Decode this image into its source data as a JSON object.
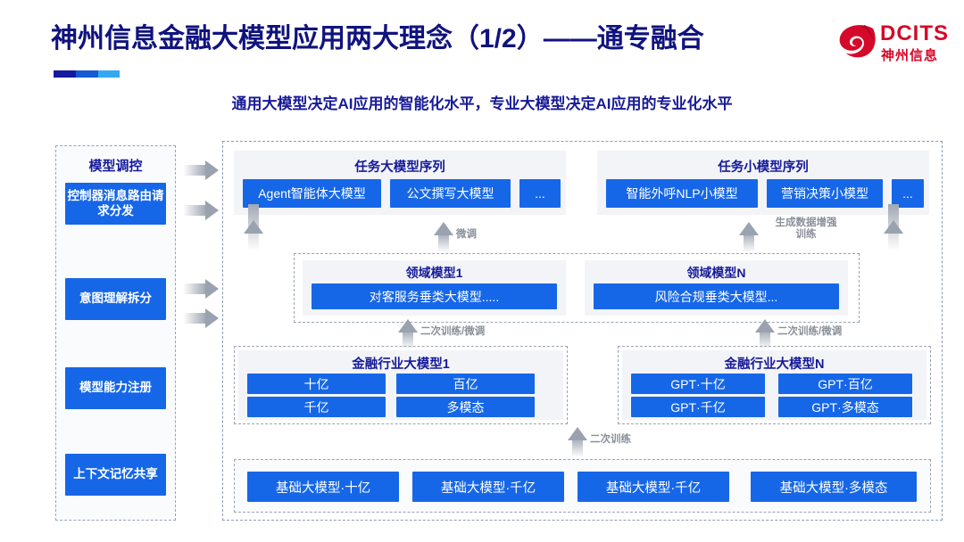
{
  "header": {
    "title": "神州信息金融大模型应用两大理念（1/2）——通专融合",
    "subtitle": "通用大模型决定AI应用的智能化水平，专业大模型决定AI应用的专业化水平",
    "logo_en": "DCITS",
    "logo_cn": "神州信息",
    "brand_red": "#d5092a",
    "brand_blue": "#151a9a",
    "accent_blue": "#1667e8"
  },
  "left_panel": {
    "title": "模型调控",
    "items": [
      {
        "label": "控制器消息路由请求分发"
      },
      {
        "label": "意图理解拆分"
      },
      {
        "label": "模型能力注册"
      },
      {
        "label": "上下文记忆共享"
      }
    ]
  },
  "task_sequences": [
    {
      "title": "任务大模型序列",
      "chips": [
        "Agent智能体大模型",
        "公文撰写大模型",
        "..."
      ]
    },
    {
      "title": "任务小模型序列",
      "chips": [
        "智能外呼NLP小模型",
        "营销决策小模型",
        "..."
      ]
    }
  ],
  "domain_models": [
    {
      "title": "领域模型1",
      "chip": "对客服务垂类大模型....."
    },
    {
      "title": "领域模型N",
      "chip": "风险合规垂类大模型..."
    }
  ],
  "industry_models": [
    {
      "title": "金融行业大模型1",
      "cells": [
        "十亿",
        "百亿",
        "千亿",
        "多模态"
      ]
    },
    {
      "title": "金融行业大模型N",
      "cells": [
        "GPT·十亿",
        "GPT·百亿",
        "GPT·千亿",
        "GPT·多模态"
      ]
    }
  ],
  "base_models": [
    "基础大模型·十亿",
    "基础大模型·千亿",
    "基础大模型·千亿",
    "基础大模型·多模态"
  ],
  "arrow_labels": {
    "fine_tune": "微调",
    "data_augment": "生成数据增强\n训练",
    "retrain_left": "二次训练/微调",
    "retrain_right": "二次训练/微调",
    "retrain_base": "二次训练"
  }
}
